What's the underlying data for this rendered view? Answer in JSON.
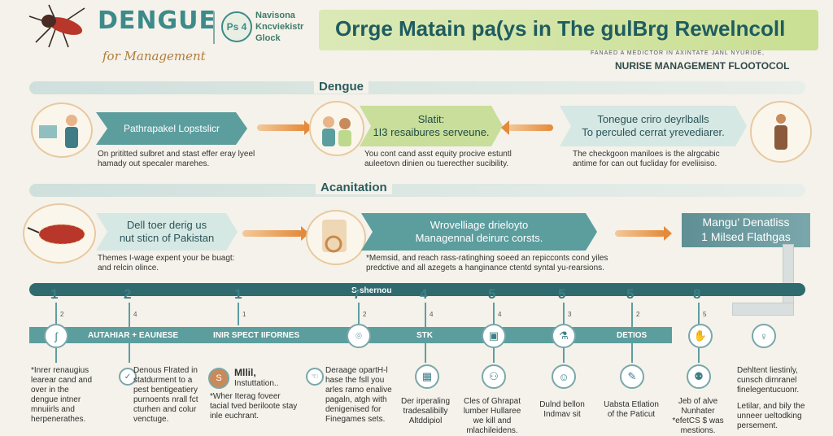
{
  "header": {
    "logo_title": "DENGUE",
    "logo_subtitle": "for Management",
    "badge": "Ps 4",
    "badge_text": [
      "Navisona",
      "Kncviekistr",
      "Glock"
    ],
    "banner_title": "Orrge Matain  pa(ys  in The gulBrg Rewelncoll",
    "sub_small": "FANAED A MEDICTOR IN AXINTATE JANL NYURIDE,",
    "sub_heading": "NURISE MANAGEMENT FLOOTOCOL"
  },
  "section1": {
    "label": "Dengue",
    "ribbon1": "Pathrapakel Lopstslicr",
    "ribbon2_line1": "Slatit:",
    "ribbon2_line2": "1I3 resaibures serveune.",
    "ribbon3_line1": "Tonegue criro deyrlballs",
    "ribbon3_line2": "To perculed cerrat yrevediarer.",
    "desc1": "On prititted sulbret and stast effer eray lyeel hamady out specaler marehes.",
    "desc2": "You cont cand asst equity procive estuntl auleetovn dinien ou tuerecther sucibility.",
    "desc3": "The checkgoon maniloes is the alrgcabic antime for can out fucliday for eveliisiso."
  },
  "section2": {
    "label": "Acanitation",
    "ribbon1_line1": "Dell toer derig us",
    "ribbon1_line2": "nut sticn of Pakistan",
    "ribbon2_line1": "Wrovelliage drieloyto",
    "ribbon2_line2": "Managennal deirurc corsts.",
    "box_line1": "Mangu' Denatliss",
    "box_line2": "1 Milsed Flathgas",
    "desc1": "Themes I-wage expent your be buagt: and relcin olince.",
    "desc2": "*Memsid, and reach rass-ratinghing soeed an repicconts cond yiles predctive and all azegets a hanginance ctentd syntal yu-rearsions."
  },
  "timeline": {
    "label": "S-shernou",
    "numbers": [
      "1",
      "2",
      "1",
      "7",
      "4",
      "5",
      "5",
      "5",
      "8"
    ],
    "small_numbers": [
      "2",
      "4",
      "1",
      "2",
      "4",
      "4",
      "3",
      "2",
      "5"
    ],
    "strip_labels": [
      "AUTAHIAR + EAUNESE",
      "INIR SPECT IIFORNES",
      "STK",
      "DETIOS"
    ]
  },
  "bottom": {
    "col1": "*Inrer renaugius learear cand and over in the dengue intner mnuiirls and herpenerathes.",
    "col2": "Denous Flrated in statdurment to a pest bentigeatiery purnoents nrall fct cturhen and colur venctuge.",
    "col3_title": "Mllil,",
    "col3_sub": "Instuttation..",
    "col3_desc": "*Wher Iterag foveer tacial tved beriloote stay inle euchrant.",
    "col4": "Deraage opartH-l hase the fsll you arles ramo enalive pagaln, atgh with denigenised for Finegames sets.",
    "col5": "Der irperaling tradesalibilly Altddipiol",
    "col6": "Cles of Ghrapat lumber Hullaree we kill and mlachileidens.",
    "col7": "Dulnd bellon Indmav sit",
    "col8": "Uabsta Etlation of the Paticut",
    "col9": "Jeb of alve Nunhater *efetCS $ was mestions.",
    "col10_a": "Dehltent liestinly, cunsch dirnranel finelegentucuonr.",
    "col10_b": "Letilar, and bily the unneer ueltodking persement."
  }
}
